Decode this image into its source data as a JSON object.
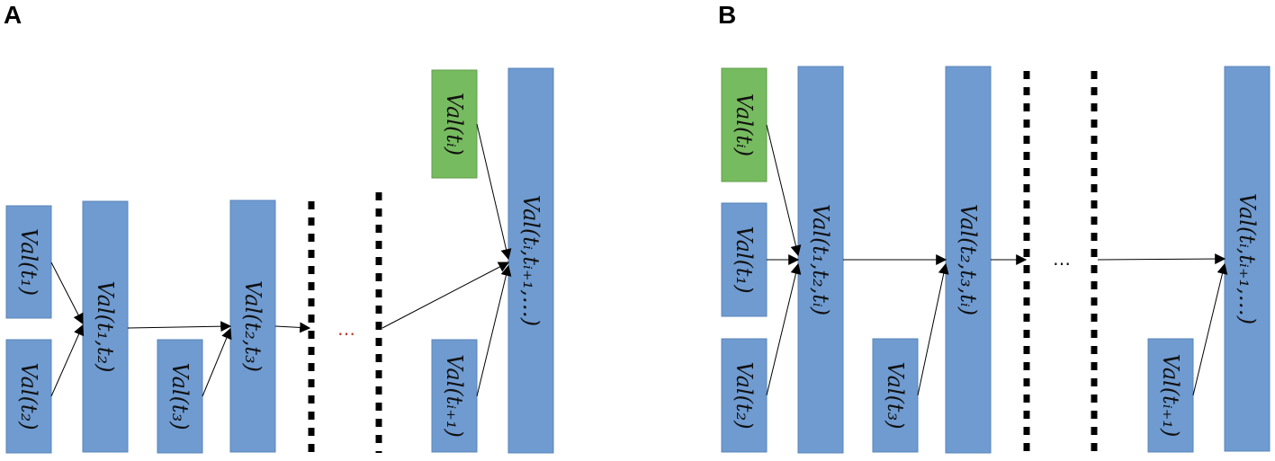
{
  "panels": {
    "a": {
      "letter": "A",
      "boxes": {
        "t1": "Val(t₁)",
        "t2": "Val(t₂)",
        "t12": "Val(t₁,t₂)",
        "t3": "Val(t₃)",
        "t23": "Val(t₂,t₃)",
        "ti": "Val(tᵢ)",
        "ti1": "Val(tᵢ₊₁)",
        "tiall": "Val(tᵢ,tᵢ₊₁,…)"
      },
      "ellipsis": "…"
    },
    "b": {
      "letter": "B",
      "boxes": {
        "ti": "Val(tᵢ)",
        "t1": "Val(t₁)",
        "t2": "Val(t₂)",
        "t12i": "Val(t₁,t₂,tᵢ)",
        "t3": "Val(t₃)",
        "t23i": "Val(t₂,t₃,tᵢ)",
        "ti1": "Val(tᵢ₊₁)",
        "tiall": "Val(tᵢ,tᵢ₊₁,…)"
      },
      "ellipsis": "…"
    }
  },
  "colors": {
    "blue_box": "#6f9bd1",
    "green_box": "#76bb5f"
  }
}
